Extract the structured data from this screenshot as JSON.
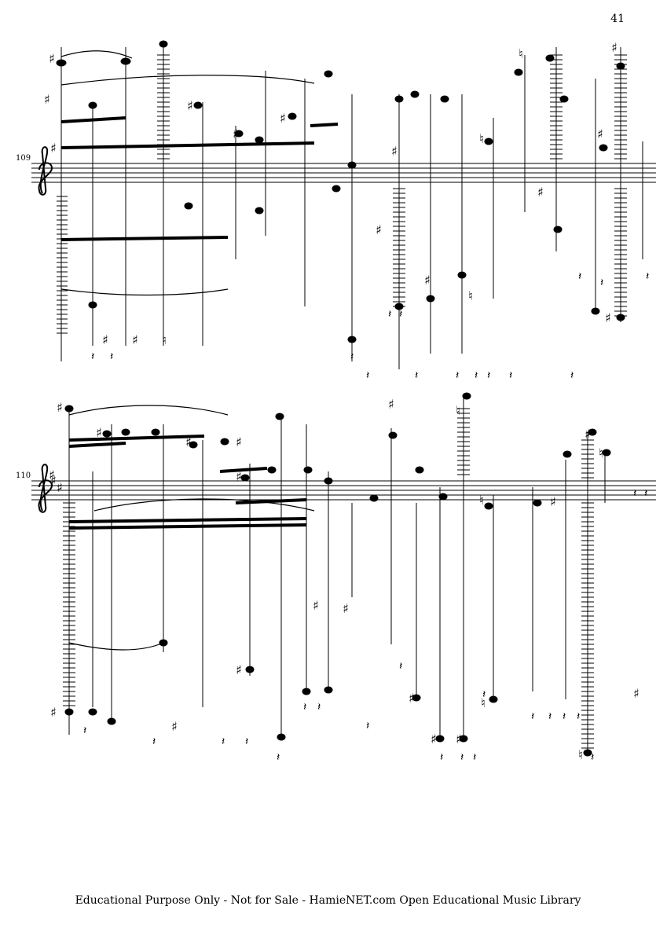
{
  "page": {
    "number": "41"
  },
  "systems": [
    {
      "measure_number": "109"
    },
    {
      "measure_number": "110"
    }
  ],
  "footer": {
    "text": "Educational Purpose Only - Not for Sale - HamieNET.com Open Educational Music Library"
  },
  "symbols": {
    "clef": "treble-clef",
    "sharp": "♯",
    "natural": "♮",
    "rest": "quarter-rest"
  }
}
